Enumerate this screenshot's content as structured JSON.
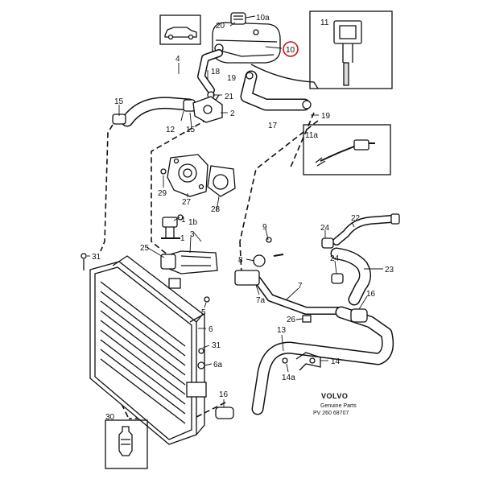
{
  "callouts": [
    {
      "id": "c20",
      "text": "20"
    },
    {
      "id": "c10a",
      "text": "10a"
    },
    {
      "id": "c10",
      "text": "10"
    },
    {
      "id": "c11",
      "text": "11"
    },
    {
      "id": "c4",
      "text": "4"
    },
    {
      "id": "c18",
      "text": "18"
    },
    {
      "id": "c19a",
      "text": "19"
    },
    {
      "id": "c21",
      "text": "21"
    },
    {
      "id": "c15a",
      "text": "15"
    },
    {
      "id": "c15b",
      "text": "15"
    },
    {
      "id": "c12",
      "text": "12"
    },
    {
      "id": "c2",
      "text": "2"
    },
    {
      "id": "c17",
      "text": "17"
    },
    {
      "id": "c19b",
      "text": "19"
    },
    {
      "id": "c11a",
      "text": "11a"
    },
    {
      "id": "c29",
      "text": "29"
    },
    {
      "id": "c27",
      "text": "27"
    },
    {
      "id": "c28",
      "text": "28"
    },
    {
      "id": "c1",
      "text": "1"
    },
    {
      "id": "c1b",
      "text": "1b"
    },
    {
      "id": "c3",
      "text": "3"
    },
    {
      "id": "c25",
      "text": "25"
    },
    {
      "id": "c1c",
      "text": "1"
    },
    {
      "id": "c9",
      "text": "9"
    },
    {
      "id": "c8",
      "text": "8"
    },
    {
      "id": "c22",
      "text": "22"
    },
    {
      "id": "c24a",
      "text": "24"
    },
    {
      "id": "c24b",
      "text": "24"
    },
    {
      "id": "c23",
      "text": "23"
    },
    {
      "id": "c31a",
      "text": "31"
    },
    {
      "id": "c7a",
      "text": "7a"
    },
    {
      "id": "c7",
      "text": "7"
    },
    {
      "id": "c16a",
      "text": "16"
    },
    {
      "id": "c5",
      "text": "5"
    },
    {
      "id": "c26",
      "text": "26"
    },
    {
      "id": "c6",
      "text": "6"
    },
    {
      "id": "c13",
      "text": "13"
    },
    {
      "id": "c31b",
      "text": "31"
    },
    {
      "id": "c6a",
      "text": "6a"
    },
    {
      "id": "c14",
      "text": "14"
    },
    {
      "id": "c14a",
      "text": "14a"
    },
    {
      "id": "c16b",
      "text": "16"
    },
    {
      "id": "c30",
      "text": "30"
    }
  ],
  "brand": {
    "name": "VOLVO",
    "line1": "Genuine Parts",
    "line2": "PV 260 68707"
  },
  "highlight": {
    "callout": "10",
    "color": "#cc1111"
  }
}
